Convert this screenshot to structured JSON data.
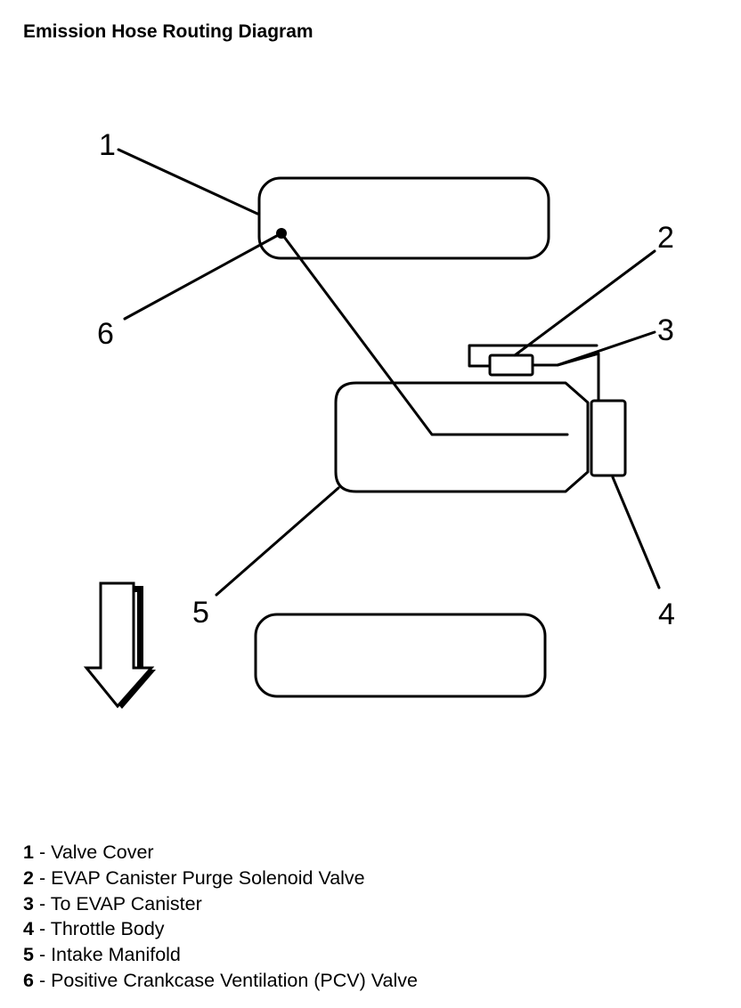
{
  "title": "Emission Hose Routing Diagram",
  "callouts": [
    "1",
    "2",
    "3",
    "4",
    "5",
    "6"
  ],
  "legend": [
    {
      "num": "1",
      "sep": " - ",
      "text": "Valve Cover"
    },
    {
      "num": "2",
      "sep": " - ",
      "text": "EVAP Canister Purge Solenoid Valve"
    },
    {
      "num": "3",
      "sep": " - ",
      "text": "To EVAP Canister"
    },
    {
      "num": "4",
      "sep": " - ",
      "text": "Throttle Body"
    },
    {
      "num": "5",
      "sep": " - ",
      "text": "Intake Manifold"
    },
    {
      "num": "6",
      "sep": " - ",
      "text": "Positive Crankcase Ventilation (PCV) Valve"
    }
  ],
  "colors": {
    "line": "#000000",
    "background": "#ffffff"
  },
  "icons": {
    "direction": "front-arrow-icon"
  }
}
